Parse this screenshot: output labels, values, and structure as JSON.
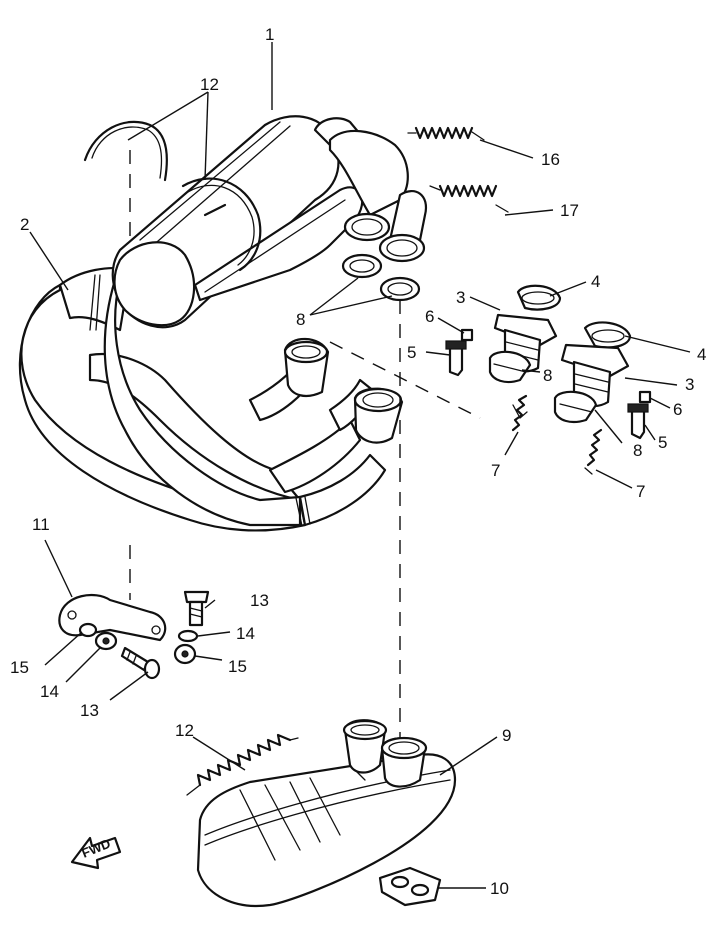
{
  "fwd_label": "FWD",
  "callouts": [
    {
      "id": "c1a",
      "text": "1"
    },
    {
      "id": "c2a",
      "text": "2"
    },
    {
      "id": "c3a",
      "text": "3"
    },
    {
      "id": "c3b",
      "text": "3"
    },
    {
      "id": "c4a",
      "text": "4"
    },
    {
      "id": "c4b",
      "text": "4"
    },
    {
      "id": "c5a",
      "text": "5"
    },
    {
      "id": "c5b",
      "text": "5"
    },
    {
      "id": "c6a",
      "text": "6"
    },
    {
      "id": "c6b",
      "text": "6"
    },
    {
      "id": "c7a",
      "text": "7"
    },
    {
      "id": "c7b",
      "text": "7"
    },
    {
      "id": "c8a",
      "text": "8"
    },
    {
      "id": "c8b",
      "text": "8"
    },
    {
      "id": "c8c",
      "text": "8"
    },
    {
      "id": "c9a",
      "text": "9"
    },
    {
      "id": "c10a",
      "text": "10"
    },
    {
      "id": "c11a",
      "text": "11"
    },
    {
      "id": "c12a",
      "text": "12"
    },
    {
      "id": "c12b",
      "text": "12"
    },
    {
      "id": "c13a",
      "text": "13"
    },
    {
      "id": "c13b",
      "text": "13"
    },
    {
      "id": "c14a",
      "text": "14"
    },
    {
      "id": "c14b",
      "text": "14"
    },
    {
      "id": "c15a",
      "text": "15"
    },
    {
      "id": "c15b",
      "text": "15"
    },
    {
      "id": "c16a",
      "text": "16"
    },
    {
      "id": "c17a",
      "text": "17"
    }
  ]
}
